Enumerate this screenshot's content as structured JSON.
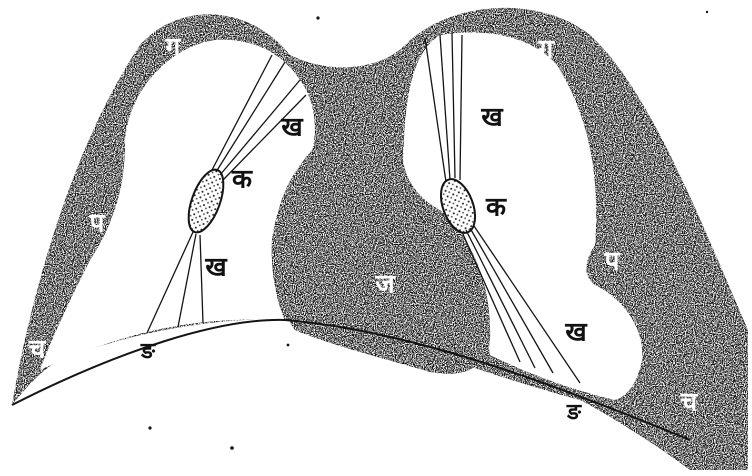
{
  "diagram": {
    "labels": {
      "ga_left": "ग",
      "ga_right": "ग",
      "kha_upper_left": "ख",
      "kha_lower_left": "ख",
      "kha_upper_right": "ख",
      "kha_lower_right": "ख",
      "ka_left": "क",
      "ka_right": "क",
      "pa_left": "प",
      "pa_right": "प",
      "cha_left": "च",
      "cha_right": "च",
      "ja_center": "ज",
      "nga_left": "ङ",
      "nga_right": "ङ"
    }
  },
  "colors": {
    "ink": "#141414",
    "paper": "#ffffff"
  }
}
